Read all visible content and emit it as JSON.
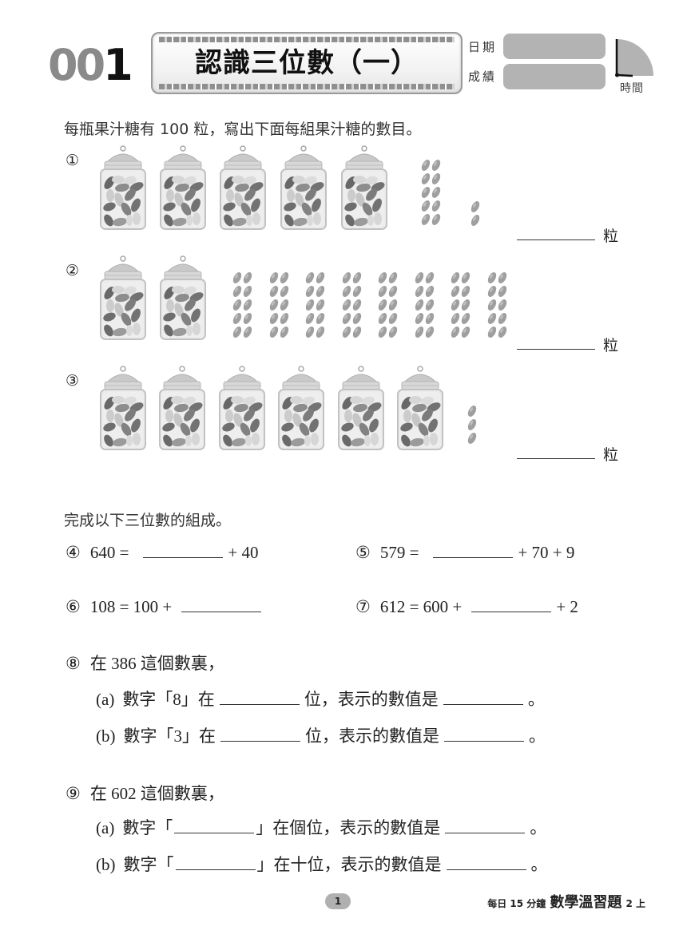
{
  "header": {
    "lesson_number_prefix": "00",
    "lesson_number_last": "1",
    "title": "認識三位數（一）",
    "date_label": "日期",
    "score_label": "成績",
    "time_label": "時間",
    "date_value": "",
    "score_value": ""
  },
  "section1": {
    "instruction": "每瓶果汁糖有 100 粒，寫出下面每組果汁糖的數目。",
    "problems": [
      {
        "number": "①",
        "jars": 5,
        "tens": 1,
        "ones": 2,
        "answer": "",
        "unit": "粒"
      },
      {
        "number": "②",
        "jars": 2,
        "tens": 8,
        "ones": 0,
        "answer": "",
        "unit": "粒"
      },
      {
        "number": "③",
        "jars": 6,
        "tens": 0,
        "ones": 3,
        "answer": "",
        "unit": "粒"
      }
    ]
  },
  "section2": {
    "instruction": "完成以下三位數的組成。",
    "q4": {
      "number": "④",
      "left": "640 =",
      "right": "+ 40"
    },
    "q5": {
      "number": "⑤",
      "left": "579 =",
      "right": "+ 70 + 9"
    },
    "q6": {
      "number": "⑥",
      "left": "108 = 100 +",
      "right": ""
    },
    "q7": {
      "number": "⑦",
      "left": "612 = 600 +",
      "right": "+ 2"
    }
  },
  "q8": {
    "number": "⑧",
    "stem": "在 386 這個數裏，",
    "a": {
      "label": "(a)",
      "pre": "數字「8」在",
      "mid": "位，表示的數值是",
      "end": "。"
    },
    "b": {
      "label": "(b)",
      "pre": "數字「3」在",
      "mid": "位，表示的數值是",
      "end": "。"
    }
  },
  "q9": {
    "number": "⑨",
    "stem": "在 602 這個數裏，",
    "a": {
      "label": "(a)",
      "pre": "數字「",
      "mid": "」在個位，表示的數值是",
      "end": "。"
    },
    "b": {
      "label": "(b)",
      "pre": "數字「",
      "mid": "」在十位，表示的數值是",
      "end": "。"
    }
  },
  "footer": {
    "page_number": "1",
    "brand_small": "每日 15 分鐘",
    "brand_large": "數學溫習題",
    "grade": "2 上"
  }
}
